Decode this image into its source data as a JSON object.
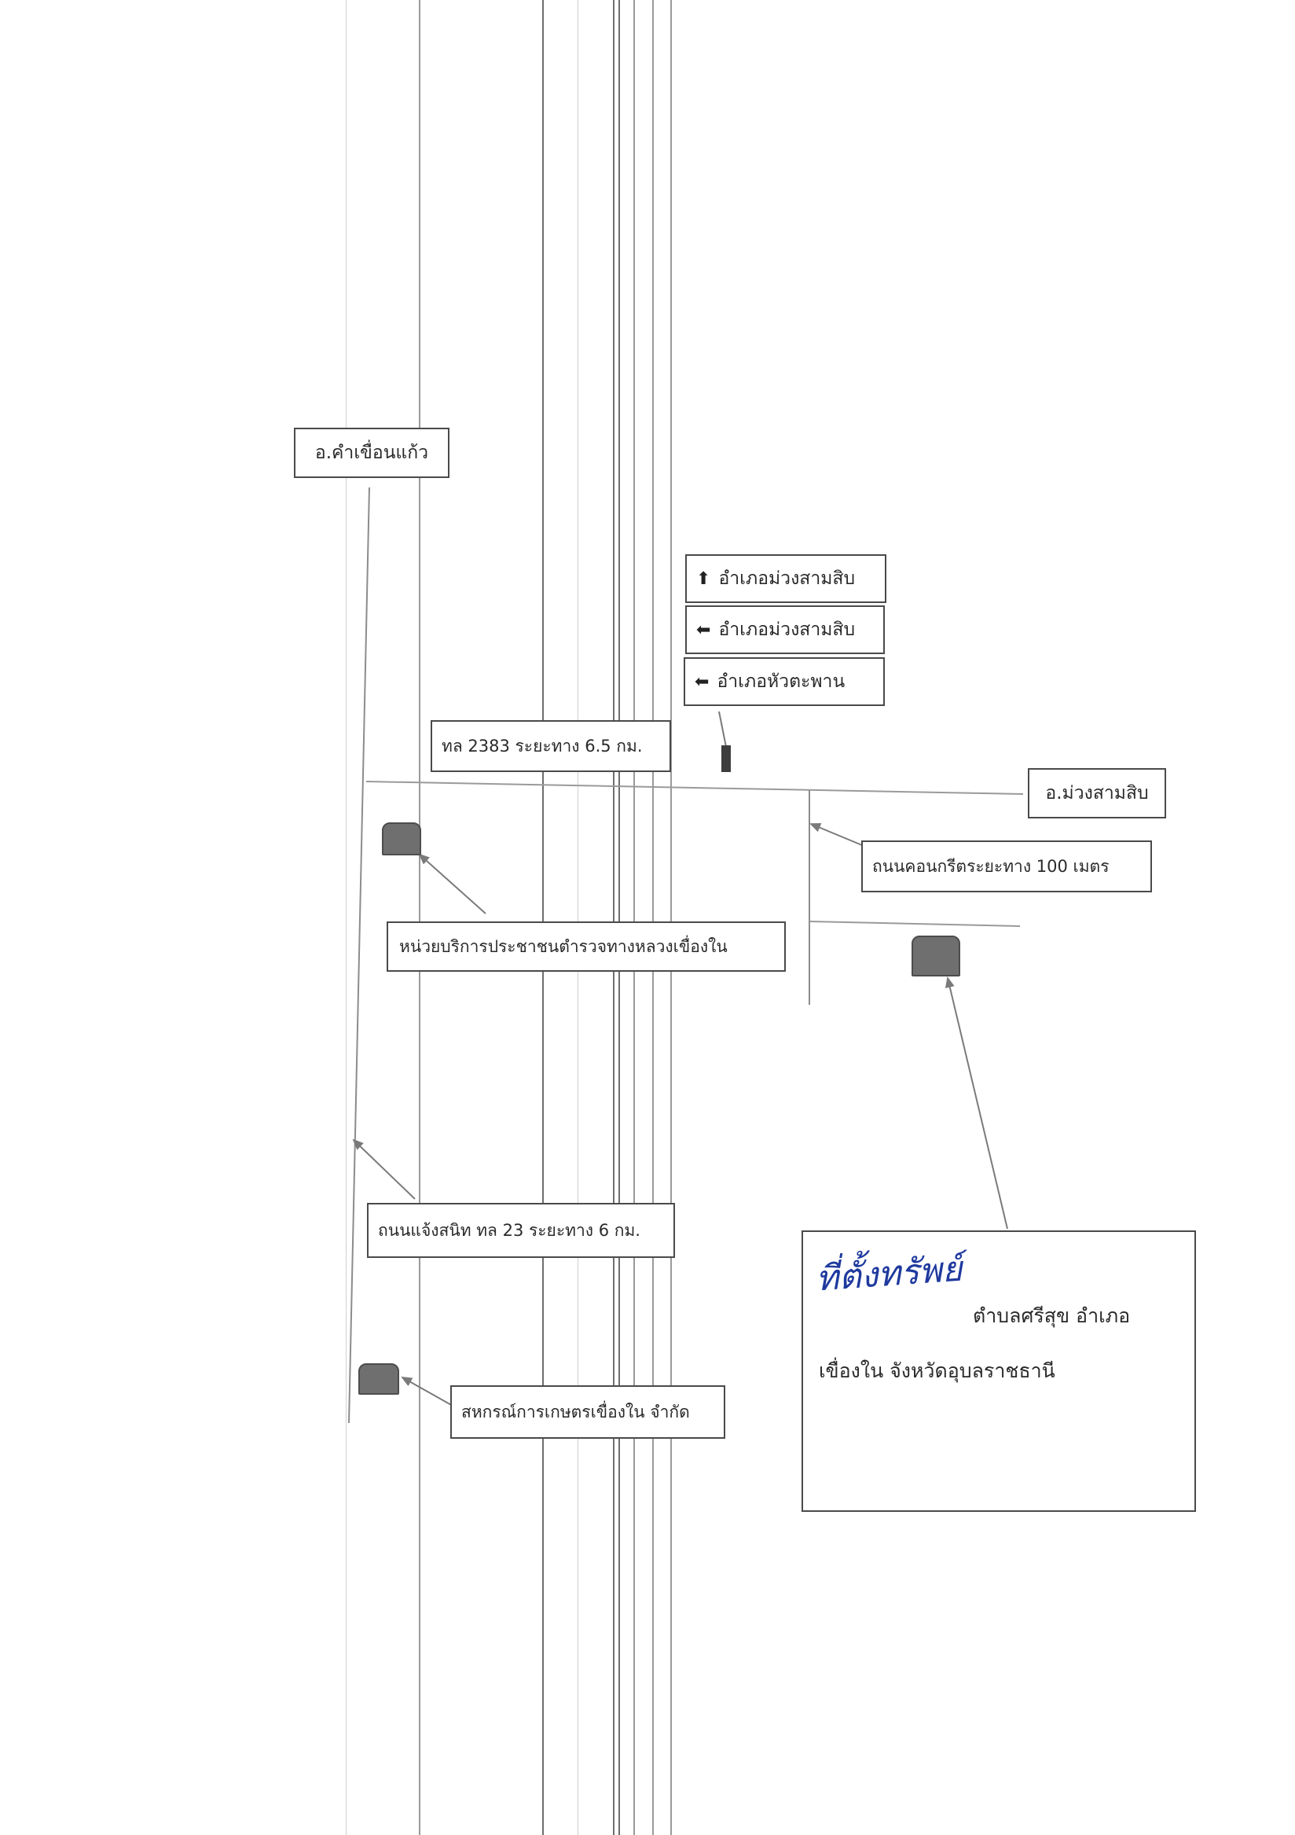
{
  "map": {
    "district_khamkhuankaeo": "อ.คำเขื่อนแก้ว",
    "sign_muang_up": "อำเภอม่วงสามสิบ",
    "sign_muang_left": "อำเภอม่วงสามสิบ",
    "sign_huataphan_left": "อำเภอหัวตะพาน",
    "road_2383": "ทล 2383 ระยะทาง 6.5 กม.",
    "district_muangsamsip": "อ.ม่วงสามสิบ",
    "concrete_road": "ถนนคอนกรีตระยะทาง  100 เมตร",
    "police_unit": "หน่วยบริการประชาชนตำรวจทางหลวงเขื่องใน",
    "road_chaengsanit": "ถนนแจ้งสนิท ทล 23 ระยะทาง 6 กม.",
    "coop": "สหกรณ์การเกษตรเขื่องใน  จำกัด",
    "location_title": "ที่ตั้งทรัพย์",
    "location_line1": "ตำบลศรีสุข อำเภอ",
    "location_line2": "เขื่องใน จังหวัดอุบลราชธานี"
  },
  "icons": {
    "arrow_up": "⬆",
    "arrow_left": "⬅"
  },
  "colors": {
    "ink": "#2a2a2a",
    "handwriting": "#1f3a9e",
    "landmark": "#6f6f6f",
    "road": "#8c8c8c"
  }
}
